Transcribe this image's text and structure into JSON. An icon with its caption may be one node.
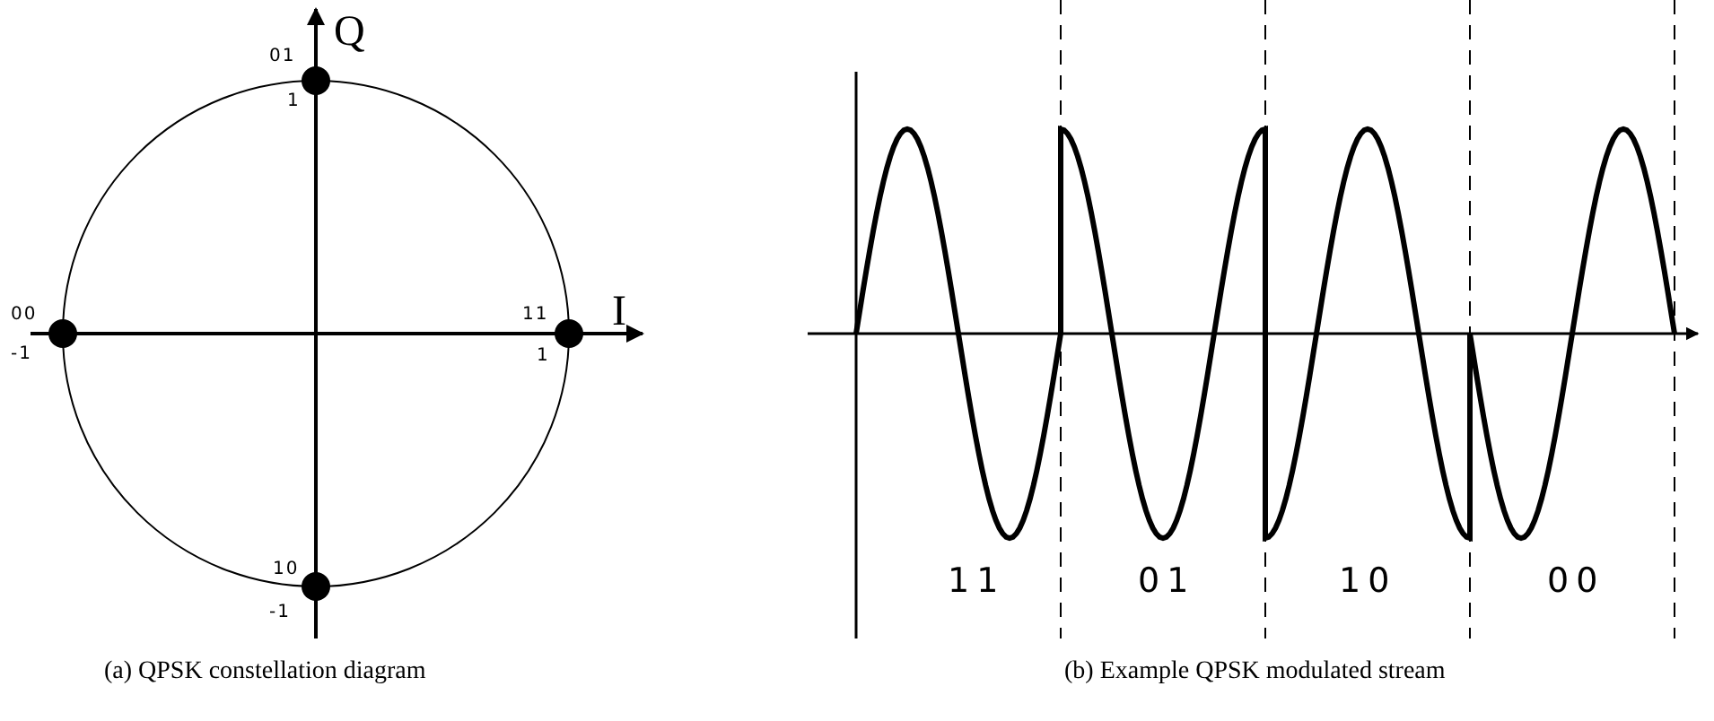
{
  "diagram": {
    "labels": [
      "01",
      "Q",
      "1",
      "00",
      "11",
      "I",
      "-1",
      "1",
      "10",
      "-1",
      "11",
      "01",
      "10",
      "00",
      "(a) QPSK constellation diagram",
      "(b) Example QPSK modulated stream"
    ]
  }
}
